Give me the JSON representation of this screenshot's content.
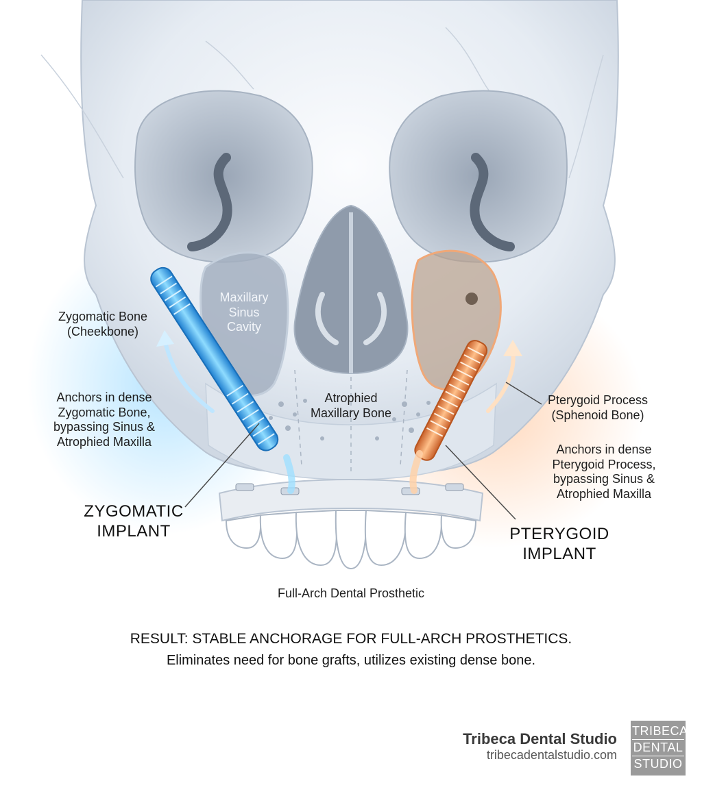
{
  "labels": {
    "zygomatic_bone": "Zygomatic Bone\n(Cheekbone)",
    "zygomatic_anchor": "Anchors in dense\nZygomatic Bone,\nbypassing Sinus &\nAtrophied Maxilla",
    "zygomatic_implant": "ZYGOMATIC\nIMPLANT",
    "maxillary_sinus": "Maxillary\nSinus\nCavity",
    "atrophied_bone": "Atrophied\nMaxillary Bone",
    "pterygoid_process": "Pterygoid Process\n(Sphenoid Bone)",
    "pterygoid_anchor": "Anchors in dense\nPterygoid Process,\nbypassing Sinus &\nAtrophied Maxilla",
    "pterygoid_implant": "PTERYGOID\nIMPLANT",
    "prosthetic": "Full-Arch Dental Prosthetic"
  },
  "result": {
    "headline": "RESULT: STABLE ANCHORAGE FOR FULL-ARCH PROSTHETICS.",
    "subline": "Eliminates need for bone grafts, utilizes existing dense bone."
  },
  "footer": {
    "studio_name": "Tribeca Dental Studio",
    "url": "tribecadentalstudio.com",
    "logo_lines": [
      "TRIBECA",
      "DENTAL",
      "STUDIO"
    ]
  },
  "colors": {
    "zygomatic_accent": "#3aa8e8",
    "pterygoid_accent": "#e8894a",
    "bone": "#e9eef4",
    "shadow": "#8c98a8"
  }
}
